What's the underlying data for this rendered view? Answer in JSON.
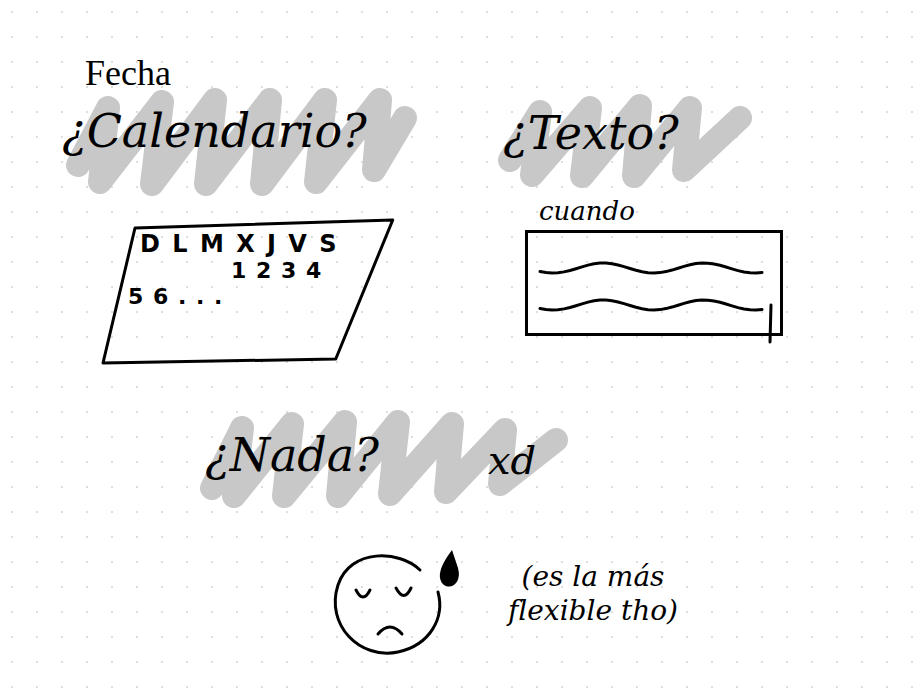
{
  "diagram": {
    "title": "Fecha",
    "nodes": [
      {
        "text": [
          "D L M X J V S",
          "1 2 3 4",
          "5 6 . . ."
        ]
      },
      {
        "text": [
          "cuando"
        ]
      }
    ],
    "labels": [
      "¿Calendario?",
      "¿Texto?",
      "¿Nada?",
      "xd",
      "(es la más flexible tho)"
    ]
  }
}
